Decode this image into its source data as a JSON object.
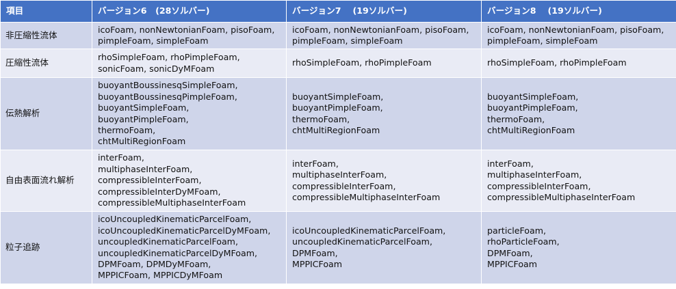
{
  "table": {
    "headers": [
      "項目",
      "バージョン6　(28ソルバー)",
      "バージョン7　 (19ソルバー)",
      "バージョン8　 (19ソルバー)"
    ],
    "rows": [
      {
        "category": "非圧縮性流体",
        "v6": [
          "icoFoam, nonNewtonianFoam, pisoFoam,",
          "pimpleFoam, simpleFoam"
        ],
        "v7": [
          "icoFoam, nonNewtonianFoam, pisoFoam,",
          "pimpleFoam, simpleFoam"
        ],
        "v8": [
          "icoFoam, nonNewtonianFoam, pisoFoam,",
          "pimpleFoam, simpleFoam"
        ]
      },
      {
        "category": "圧縮性流体",
        "v6": [
          "rhoSimpleFoam, rhoPimpleFoam,",
          "sonicFoam, sonicDyMFoam"
        ],
        "v7": [
          "rhoSimpleFoam, rhoPimpleFoam"
        ],
        "v8": [
          "rhoSimpleFoam, rhoPimpleFoam"
        ]
      },
      {
        "category": "伝熱解析",
        "v6": [
          "buoyantBoussinesqSimpleFoam,",
          "buoyantBoussinesqPimpleFoam,",
          "buoyantSimpleFoam,",
          "buoyantPimpleFoam,",
          "thermoFoam,",
          "chtMultiRegionFoam"
        ],
        "v7": [
          "buoyantSimpleFoam,",
          "buoyantPimpleFoam,",
          "thermoFoam,",
          "chtMultiRegionFoam"
        ],
        "v8": [
          "buoyantSimpleFoam,",
          "buoyantPimpleFoam,",
          "thermoFoam,",
          "chtMultiRegionFoam"
        ]
      },
      {
        "category": "自由表面流れ解析",
        "v6": [
          "interFoam,",
          "multiphaseInterFoam,",
          "compressibleInterFoam,",
          "compressibleInterDyMFoam,",
          "compressibleMultiphaseInterFoam"
        ],
        "v7": [
          "interFoam,",
          "multiphaseInterFoam,",
          "compressibleInterFoam,",
          "compressibleMultiphaseInterFoam"
        ],
        "v8": [
          "interFoam,",
          "multiphaseInterFoam,",
          "compressibleInterFoam,",
          "compressibleMultiphaseInterFoam"
        ]
      },
      {
        "category": "粒子追跡",
        "v6": [
          "icoUncoupledKinematicParcelFoam,",
          "icoUncoupledKinematicParcelDyMFoam,",
          "uncoupledKinematicParcelFoam,",
          "uncoupledKinematicParcelDyMFoam,",
          "DPMFoam, DPMDyMFoam,",
          "MPPICFoam, MPPICDyMFoam"
        ],
        "v7": [
          "icoUncoupledKinematicParcelFoam,",
          "uncoupledKinematicParcelFoam,",
          "DPMFoam,",
          "MPPICFoam"
        ],
        "v8": [
          "particleFoam,",
          "rhoParticleFoam,",
          "DPMFoam,",
          "MPPICFoam"
        ]
      }
    ]
  },
  "colors": {
    "header_bg": "#4472c4",
    "row_odd_bg": "#cfd5ea",
    "row_even_bg": "#e9ebf5"
  }
}
